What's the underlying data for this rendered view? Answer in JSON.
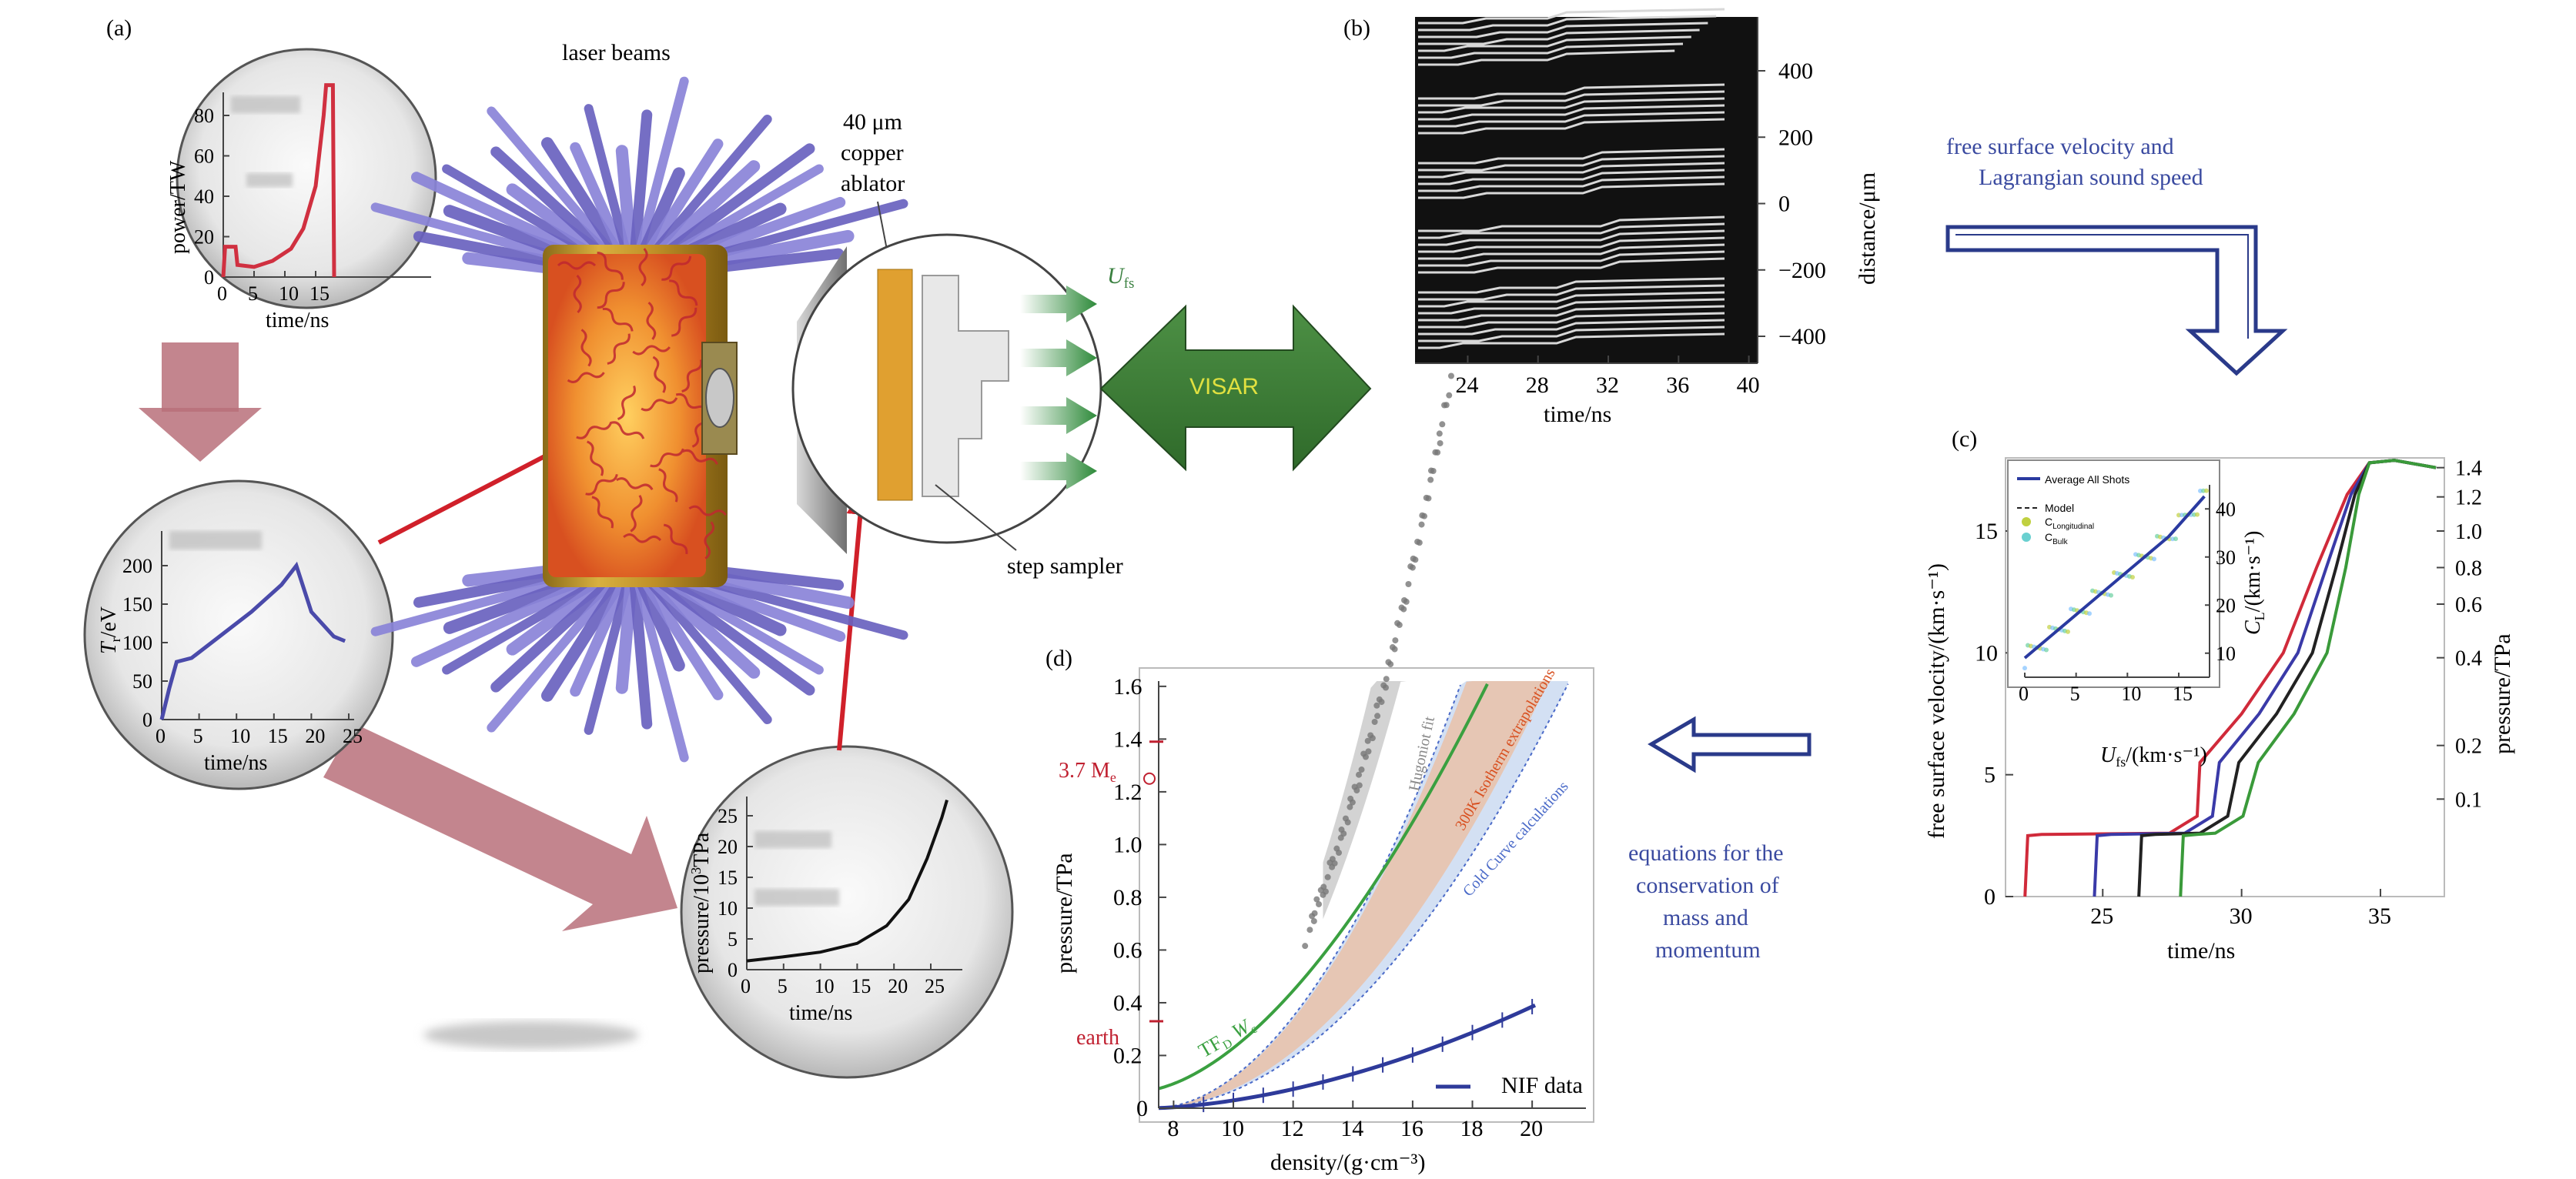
{
  "panels": {
    "a": {
      "label": "(a)",
      "laser_beams": "laser beams",
      "ablator_line1": "40 μm",
      "ablator_line2": "copper",
      "ablator_line3": "ablator",
      "step_sampler": "step sampler",
      "ufs_main": "U",
      "ufs_sub": "fs",
      "visar": "VISAR"
    },
    "b": {
      "label": "(b)",
      "xlabel": "time/ns",
      "ylabel": "distance/μm",
      "xticks": [
        "24",
        "28",
        "32",
        "36",
        "40"
      ],
      "yticks": [
        "400",
        "200",
        "0",
        "−200",
        "−400"
      ]
    },
    "c": {
      "label": "(c)",
      "caption_top_line1": "free surface velocity and",
      "caption_top_line2": "Lagrangian sound speed",
      "xlabel": "time/ns",
      "ylabel": "free surface velocity/(km·s⁻¹)",
      "ylabel_right": "pressure/TPa",
      "xticks": [
        "25",
        "30",
        "35"
      ],
      "yticks": [
        "0",
        "5",
        "10",
        "15"
      ],
      "pticks": [
        "1.4",
        "1.2",
        "1.0",
        "0.8",
        "0.6",
        "0.4",
        "0.2",
        "0.1"
      ],
      "inset": {
        "legend": [
          "Average All Shots",
          "Model",
          "C",
          "C"
        ],
        "legend_subs": [
          "",
          "",
          "Longitudinal",
          "Bulk"
        ],
        "xlabel_main": "U",
        "xlabel_sub": "fs",
        "xlabel_rest": "/(km·s⁻¹)",
        "ylabel_main": "C",
        "ylabel_sub": "L",
        "ylabel_rest": "/(km·s⁻¹)",
        "xticks": [
          "0",
          "5",
          "10",
          "15"
        ],
        "yticks": [
          "40",
          "30",
          "20",
          "10"
        ]
      }
    },
    "d": {
      "label": "(d)",
      "xlabel": "density/(g·cm⁻³)",
      "ylabel": "pressure/TPa",
      "xticks": [
        "8",
        "10",
        "12",
        "14",
        "16",
        "18",
        "20"
      ],
      "yticks": [
        "0",
        "0.2",
        "0.4",
        "0.6",
        "0.8",
        "1.0",
        "1.2",
        "1.4",
        "1.6"
      ],
      "earth": "earth",
      "mass_label": "3.7 M",
      "mass_sub": "e",
      "hugoniot": "Hugoniot fit",
      "isotherm": "300K Isotherm extrapolations",
      "coldcurve": "Cold Curve calculations",
      "tf": "TF",
      "tf_sub": "D",
      "tf_w": "W",
      "tf_w_sub": "c",
      "legend": "NIF data",
      "caption_line1": "equations for the",
      "caption_line2": "conservation of",
      "caption_line3": "mass and",
      "caption_line4": "momentum"
    },
    "bubbles": {
      "power": {
        "ylabel": "power/TW",
        "xlabel": "time/ns",
        "xticks": [
          "0",
          "5",
          "10",
          "15"
        ],
        "yticks": [
          "0",
          "20",
          "40",
          "60",
          "80"
        ]
      },
      "temp": {
        "ylabel_main": "T",
        "ylabel_sub": "r",
        "ylabel_rest": "/eV",
        "xlabel": "time/ns",
        "xticks": [
          "0",
          "5",
          "10",
          "15",
          "20",
          "25"
        ],
        "yticks": [
          "0",
          "50",
          "100",
          "150",
          "200"
        ]
      },
      "pressure": {
        "ylabel_main": "pressure/10",
        "ylabel_sup": "3",
        "ylabel_rest": "TPa",
        "xlabel": "time/ns",
        "xticks": [
          "0",
          "5",
          "10",
          "15",
          "20",
          "25"
        ],
        "yticks": [
          "0",
          "5",
          "10",
          "15",
          "20",
          "25"
        ]
      }
    }
  },
  "colors": {
    "laser": "#7068c8",
    "arrow_red": "#d0202a",
    "big_arrow": "#b8707a",
    "visar_green": "#3d7a35",
    "curve_blue": "#4a4aaa",
    "caption_blue": "#3a4aa0",
    "nif_blue": "#2e3a9a",
    "tf_green": "#3aa040",
    "orange_band": "#f4b48a"
  }
}
